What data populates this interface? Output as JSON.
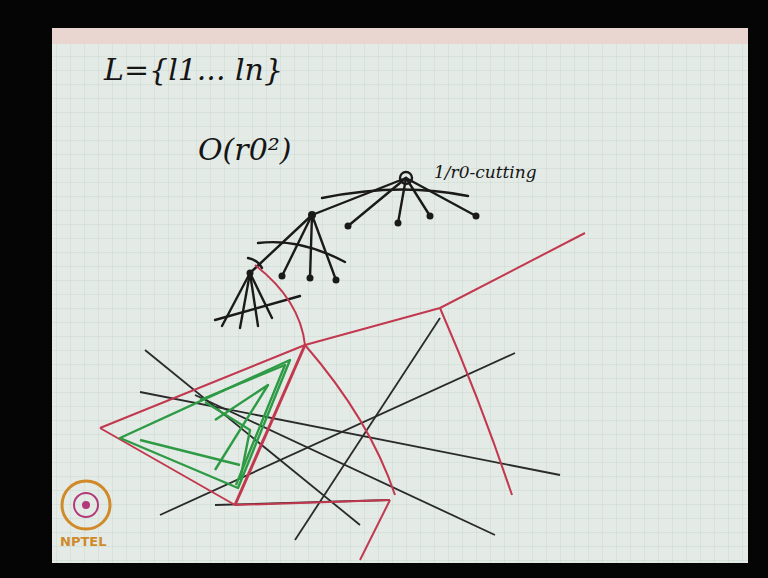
{
  "diagram": {
    "labels": [
      "L={l1... ln}",
      "O(r0²)",
      "1/r0-cutting",
      "NPTEL"
    ]
  }
}
